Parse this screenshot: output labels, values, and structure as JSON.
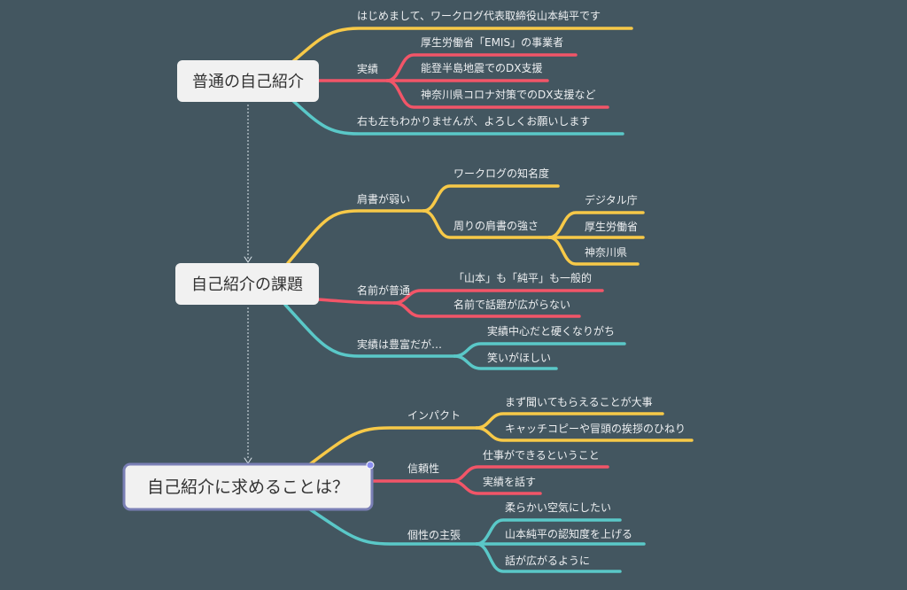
{
  "colors": {
    "background": "#435660",
    "yellow": "#f7c948",
    "red": "#f25568",
    "teal": "#5ac8c8",
    "selection": "#7a7fb5"
  },
  "topics": [
    {
      "title": "普通の自己紹介",
      "branches": [
        {
          "label": "はじめまして、ワークログ代表取締役山本純平です",
          "children": []
        },
        {
          "label": "実績",
          "children": [
            "厚生労働省「EMIS」の事業者",
            "能登半島地震でのDX支援",
            "神奈川県コロナ対策でのDX支援など"
          ]
        },
        {
          "label": "右も左もわかりませんが、よろしくお願いします",
          "children": []
        }
      ]
    },
    {
      "title": "自己紹介の課題",
      "branches": [
        {
          "label": "肩書が弱い",
          "children": [
            "ワークログの知名度",
            "周りの肩書の強さ"
          ],
          "grandchildren": [
            "デジタル庁",
            "厚生労働省",
            "神奈川県"
          ]
        },
        {
          "label": "名前が普通",
          "children": [
            "「山本」も「純平」も一般的",
            "名前で話題が広がらない"
          ]
        },
        {
          "label": "実績は豊富だが…",
          "children": [
            "実績中心だと硬くなりがち",
            "笑いがほしい"
          ]
        }
      ]
    },
    {
      "title": "自己紹介に求めることは？",
      "branches": [
        {
          "label": "インパクト",
          "children": [
            "まず聞いてもらえることが大事",
            "キャッチコピーや冒頭の挨拶のひねり"
          ]
        },
        {
          "label": "信頼性",
          "children": [
            "仕事ができるということ",
            "実績を話す"
          ]
        },
        {
          "label": "個性の主張",
          "children": [
            "柔らかい空気にしたい",
            "山本純平の認知度を上げる",
            "話が広がるように"
          ]
        }
      ]
    }
  ]
}
